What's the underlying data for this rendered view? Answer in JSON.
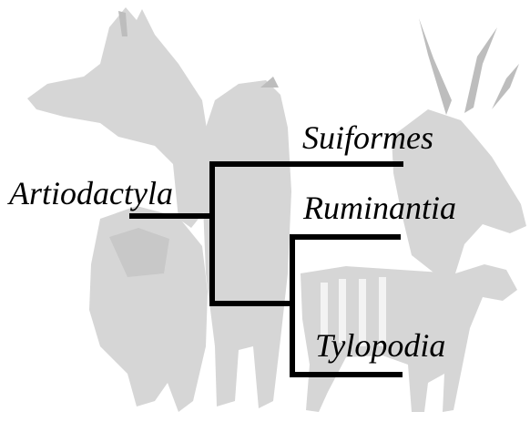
{
  "tree": {
    "root_label": "Artiodactyla",
    "leaves": [
      "Suiformes",
      "Ruminantia",
      "Tylopodia"
    ]
  },
  "background": {
    "description_icon": "artiodactyl-silhouettes",
    "tint": "#d6d6d6",
    "tint_dark": "#bdbdbd"
  },
  "colors": {
    "line": "#000000",
    "text": "#000000"
  }
}
